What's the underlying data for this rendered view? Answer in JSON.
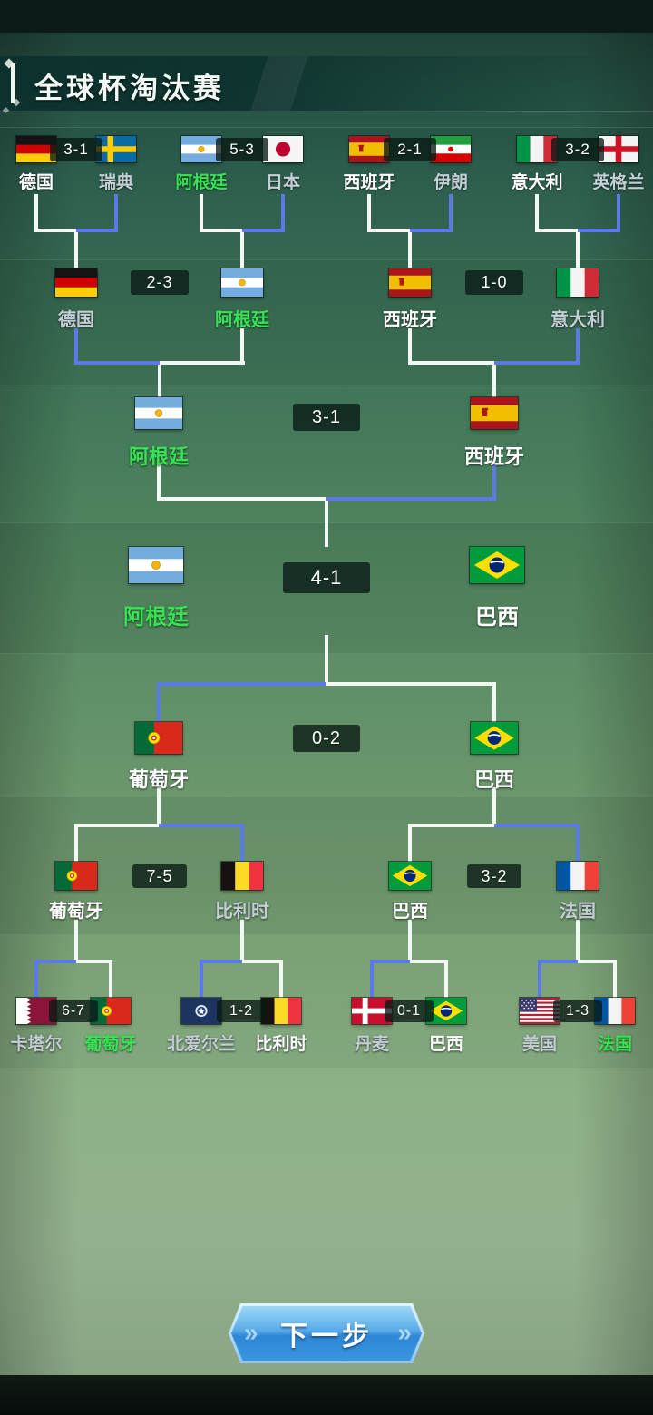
{
  "header": {
    "title": "全球杯淘汰赛"
  },
  "footer": {
    "next_label": "下一步"
  },
  "colors": {
    "winner_green": "#36e452",
    "name_white": "#ffffff",
    "name_dim": "#c3ced5",
    "line_white": "#f4f8f4",
    "line_blue": "#5b79e8",
    "badge_bg": "rgba(9,26,20,0.78)",
    "button_blue": "#2e86d6"
  },
  "rounds": [
    {
      "name": "round-of-16-top",
      "matches": [
        {
          "score": "3-1",
          "teams": [
            {
              "name": "德国",
              "flag": "germany",
              "style": "white"
            },
            {
              "name": "瑞典",
              "flag": "sweden",
              "style": "dim"
            }
          ]
        },
        {
          "score": "5-3",
          "teams": [
            {
              "name": "阿根廷",
              "flag": "argentina",
              "style": "green"
            },
            {
              "name": "日本",
              "flag": "japan",
              "style": "dim"
            }
          ]
        },
        {
          "score": "2-1",
          "teams": [
            {
              "name": "西班牙",
              "flag": "spain",
              "style": "white"
            },
            {
              "name": "伊朗",
              "flag": "iran",
              "style": "dim"
            }
          ]
        },
        {
          "score": "3-2",
          "teams": [
            {
              "name": "意大利",
              "flag": "italy",
              "style": "white"
            },
            {
              "name": "英格兰",
              "flag": "england",
              "style": "dim"
            }
          ]
        }
      ]
    },
    {
      "name": "quarterfinal-top",
      "matches": [
        {
          "score": "2-3",
          "teams": [
            {
              "name": "德国",
              "flag": "germany",
              "style": "dim"
            },
            {
              "name": "阿根廷",
              "flag": "argentina",
              "style": "green"
            }
          ]
        },
        {
          "score": "1-0",
          "teams": [
            {
              "name": "西班牙",
              "flag": "spain",
              "style": "white"
            },
            {
              "name": "意大利",
              "flag": "italy",
              "style": "dim"
            }
          ]
        }
      ]
    },
    {
      "name": "semifinal-top",
      "matches": [
        {
          "score": "3-1",
          "teams": [
            {
              "name": "阿根廷",
              "flag": "argentina",
              "style": "green"
            },
            {
              "name": "西班牙",
              "flag": "spain",
              "style": "white"
            }
          ]
        }
      ]
    },
    {
      "name": "final",
      "matches": [
        {
          "score": "4-1",
          "teams": [
            {
              "name": "阿根廷",
              "flag": "argentina",
              "style": "green"
            },
            {
              "name": "巴西",
              "flag": "brazil",
              "style": "white"
            }
          ]
        }
      ]
    },
    {
      "name": "semifinal-bottom",
      "matches": [
        {
          "score": "0-2",
          "teams": [
            {
              "name": "葡萄牙",
              "flag": "portugal",
              "style": "white"
            },
            {
              "name": "巴西",
              "flag": "brazil",
              "style": "white"
            }
          ]
        }
      ]
    },
    {
      "name": "quarterfinal-bottom",
      "matches": [
        {
          "score": "7-5",
          "teams": [
            {
              "name": "葡萄牙",
              "flag": "portugal",
              "style": "white"
            },
            {
              "name": "比利时",
              "flag": "belgium",
              "style": "dim"
            }
          ]
        },
        {
          "score": "3-2",
          "teams": [
            {
              "name": "巴西",
              "flag": "brazil",
              "style": "white"
            },
            {
              "name": "法国",
              "flag": "france",
              "style": "dim"
            }
          ]
        }
      ]
    },
    {
      "name": "round-of-16-bottom",
      "matches": [
        {
          "score": "6-7",
          "teams": [
            {
              "name": "卡塔尔",
              "flag": "qatar",
              "style": "dim"
            },
            {
              "name": "葡萄牙",
              "flag": "portugal",
              "style": "green"
            }
          ]
        },
        {
          "score": "1-2",
          "teams": [
            {
              "name": "北爱尔兰",
              "flag": "northern-ireland",
              "style": "dim"
            },
            {
              "name": "比利时",
              "flag": "belgium",
              "style": "white"
            }
          ]
        },
        {
          "score": "0-1",
          "teams": [
            {
              "name": "丹麦",
              "flag": "denmark",
              "style": "dim"
            },
            {
              "name": "巴西",
              "flag": "brazil",
              "style": "white"
            }
          ]
        },
        {
          "score": "1-3",
          "teams": [
            {
              "name": "美国",
              "flag": "usa",
              "style": "dim"
            },
            {
              "name": "法国",
              "flag": "france",
              "style": "green"
            }
          ]
        }
      ]
    }
  ]
}
